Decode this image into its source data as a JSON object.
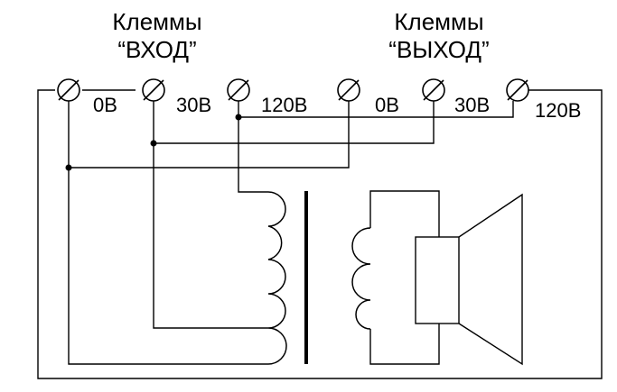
{
  "headers": {
    "input_line1": "Клеммы",
    "input_line2": "“ВХОД”",
    "output_line1": "Клеммы",
    "output_line2": "“ВЫХОД”"
  },
  "terminals": {
    "in_0v": "0В",
    "in_30v": "30В",
    "in_120v": "120В",
    "out_0v": "0В",
    "out_30v": "30В",
    "out_120v": "120В"
  }
}
